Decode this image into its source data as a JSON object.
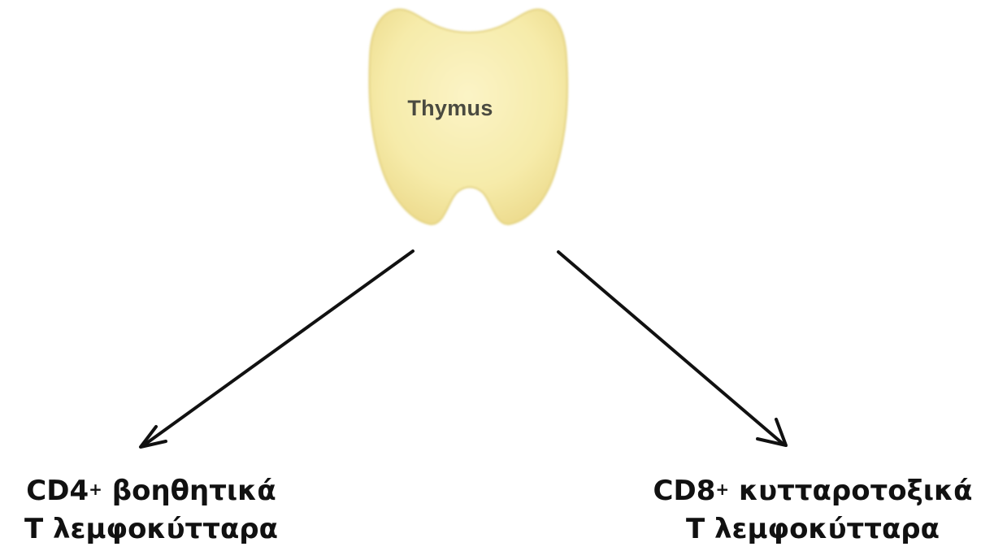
{
  "diagram": {
    "organ": {
      "label": "Thymus",
      "fill_color": "#f6ebaa",
      "edge_color": "#e3d27e"
    },
    "arrow_color": "#111111",
    "branches": [
      {
        "id": "cd4",
        "marker": "CD4",
        "superscript": "+",
        "descriptor": "βοηθητικά",
        "line2": "Τ λεμφοκύτταρα"
      },
      {
        "id": "cd8",
        "marker": "CD8",
        "superscript": "+",
        "descriptor": "κυτταροτοξικά",
        "line2": "Τ λεμφοκύτταρα"
      }
    ]
  }
}
